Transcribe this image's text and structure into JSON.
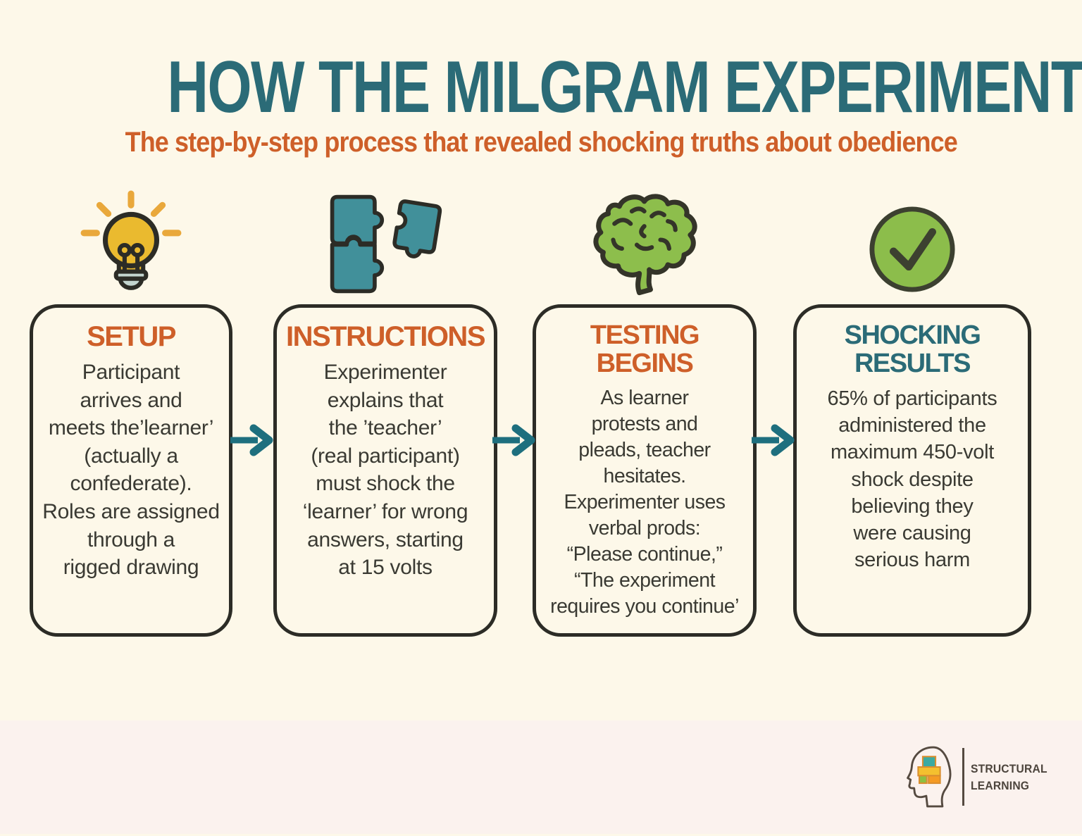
{
  "header": {
    "title": "HOW THE MILGRAM EXPERIMENT WORKED",
    "subtitle": "The step-by-step process that revealed shocking truths about obedience"
  },
  "steps": [
    {
      "icon": "lightbulb-icon",
      "title": "SETUP",
      "body": "Participant\narrives and\nmeets the’learner’\n(actually a\nconfederate).\nRoles are assigned\nthrough a\nrigged drawing"
    },
    {
      "icon": "puzzle-icon",
      "title": "INSTRUCTIONS",
      "body": "Experimenter\nexplains that\nthe ’teacher’\n(real participant)\nmust shock the\n‘learner’ for wrong\nanswers, starting\nat 15 volts"
    },
    {
      "icon": "brain-icon",
      "title": "TESTING BEGINS",
      "body": "As learner\nprotests and\npleads, teacher\nhesitates.\nExperimenter uses\nverbal prods:\n“Please continue,”\n“The experiment\nrequires you continue’"
    },
    {
      "icon": "checkmark-circle-icon",
      "title": "SHOCKING\nRESULTS",
      "body": "65% of participants\nadministered the\nmaximum 450-volt\nshock despite\nbelieving they\nwere causing\nserious harm"
    }
  ],
  "footer": {
    "brand_line1": "STRUCTURAL",
    "brand_line2": "LEARNING"
  },
  "colors": {
    "background": "#fdf8e9",
    "footer_strip": "#fbf2ee",
    "heading_teal": "#2b6b77",
    "accent_orange": "#ce5f29",
    "body_text": "#3a3a33",
    "card_border": "#2c2c26",
    "arrow_teal": "#1e6f7e",
    "bulb_yellow": "#eaba2f",
    "puzzle_teal": "#41909a",
    "brain_green": "#8dbe4c",
    "check_green": "#8cbd4b"
  }
}
